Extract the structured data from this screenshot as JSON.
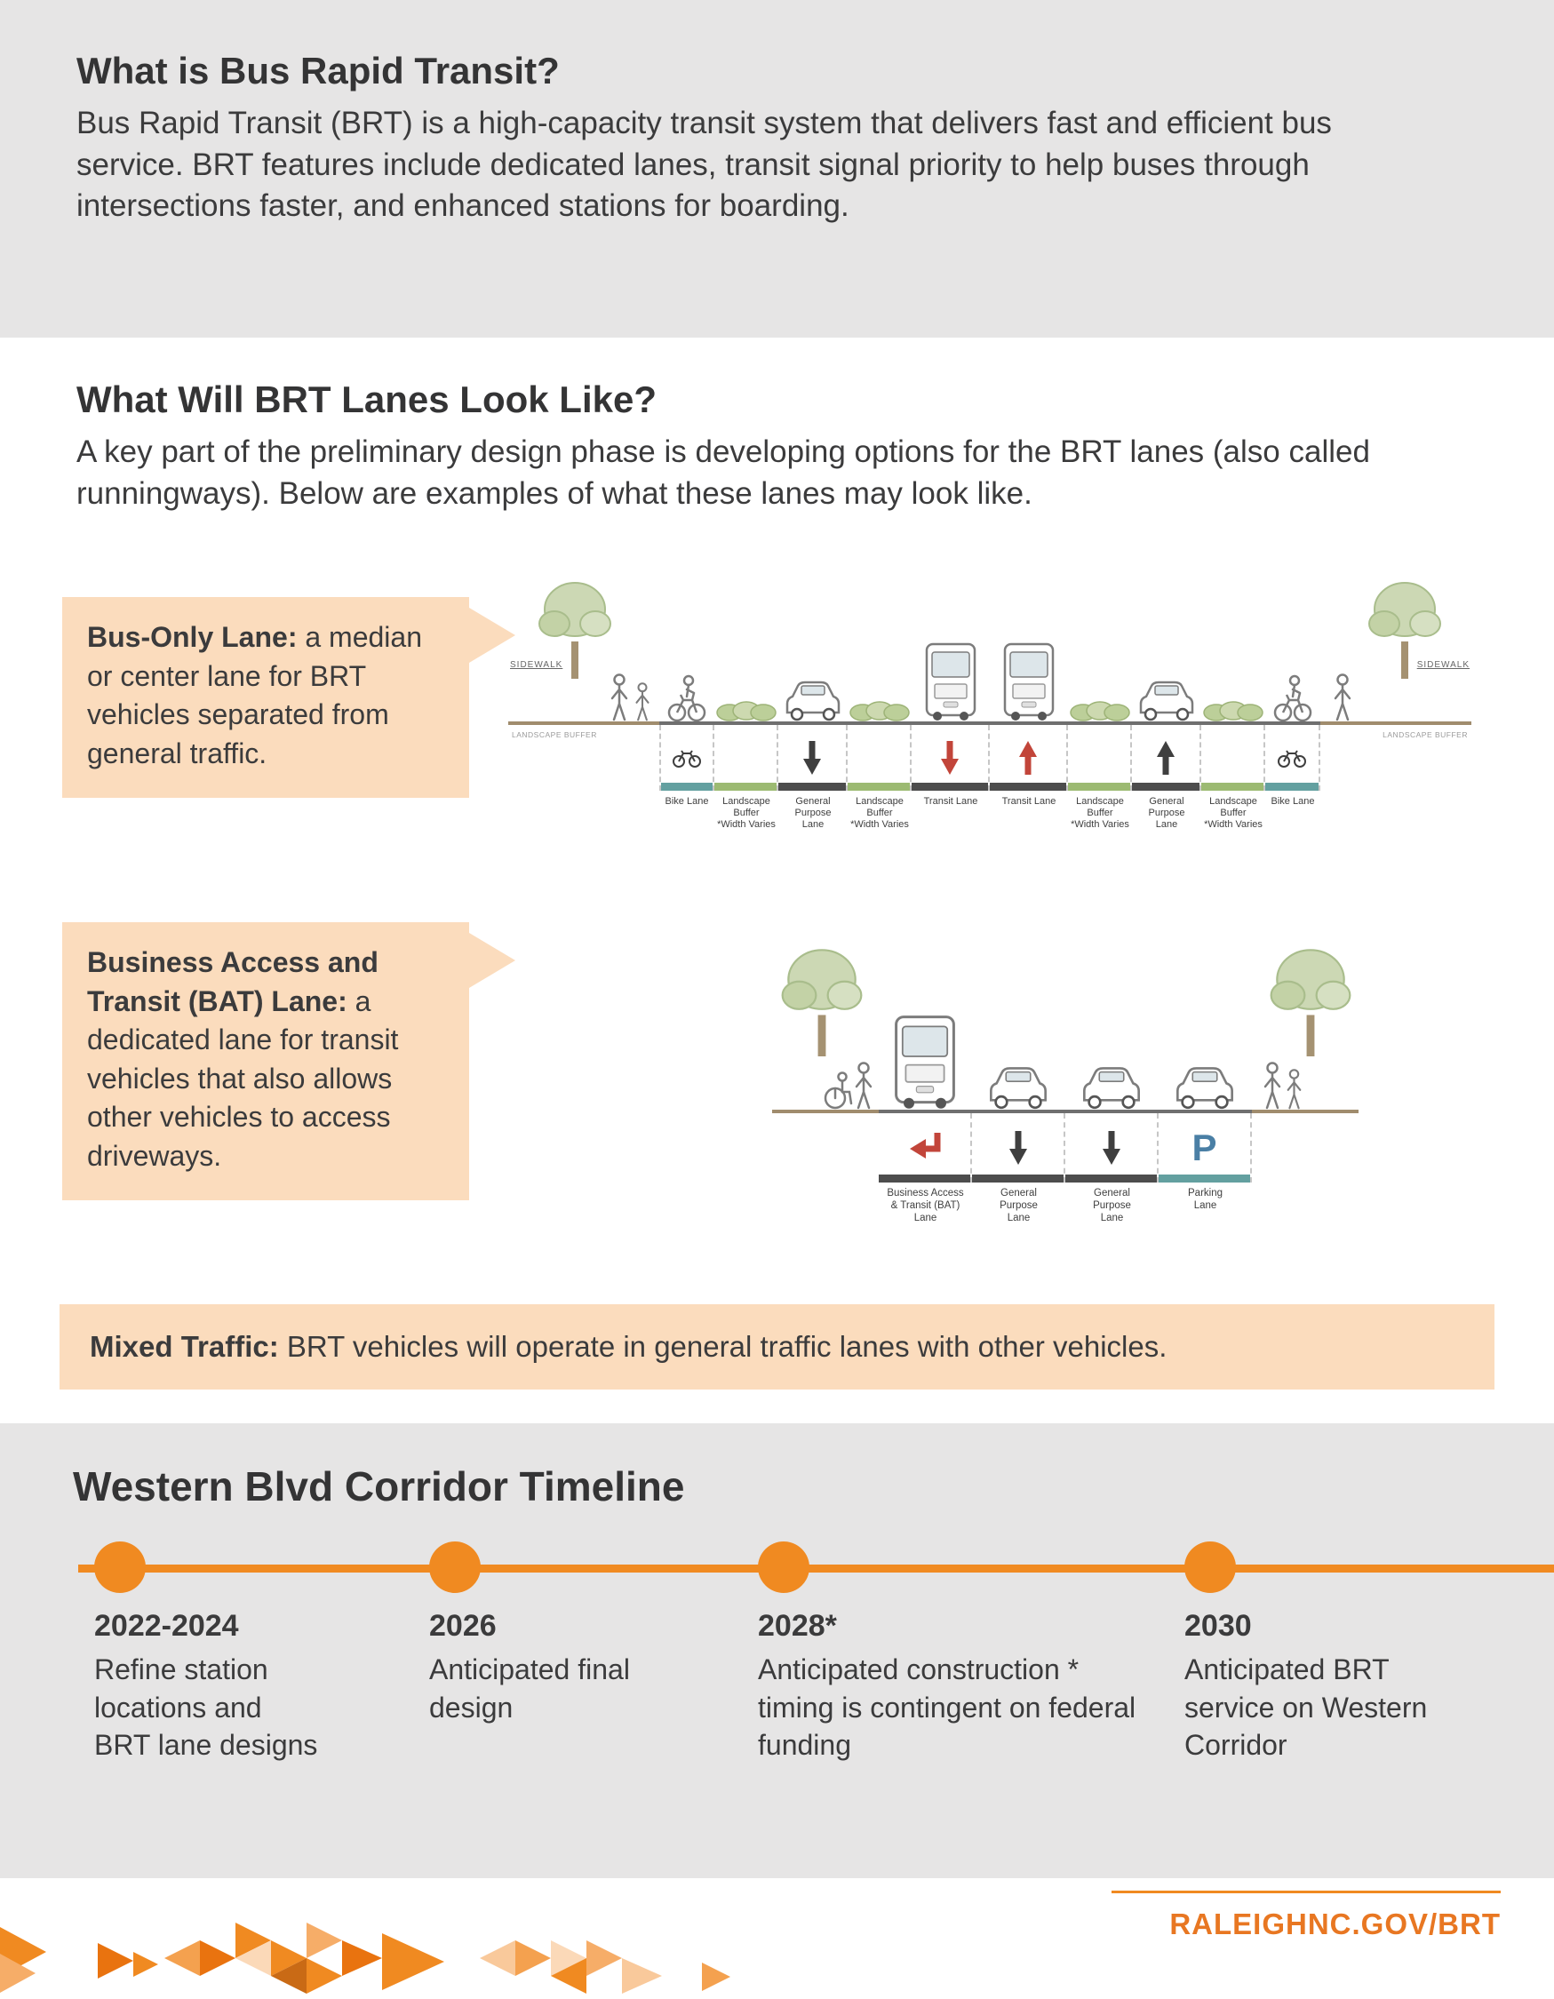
{
  "colors": {
    "orange": "#F08A21",
    "peach": "#FBDCBD",
    "gray_bg": "#E6E5E5",
    "text": "#3B3B3C",
    "red_arrow": "#C2453A",
    "link_orange": "#E87722",
    "buffer_green": "#9CBA72",
    "bike_teal": "#63A0A0"
  },
  "intro": {
    "title": "What is Bus Rapid Transit?",
    "body": "Bus Rapid Transit (BRT) is a high-capacity transit system that delivers fast and efficient bus service. BRT features include dedicated lanes, transit signal priority to help buses through intersections faster, and enhanced stations for boarding."
  },
  "lanes_intro": {
    "title": "What Will BRT Lanes Look Like?",
    "body": "A key part of the preliminary design phase is developing options for the BRT lanes (also called runningways). Below are examples of what these lanes may look like."
  },
  "bus_only": {
    "heading": "Bus-Only Lane:",
    "body": "a median or center lane for BRT vehicles separated from general traffic.",
    "diagram": {
      "sidewalk_left": "SIDEWALK",
      "sidewalk_right": "SIDEWALK",
      "buffer_left": "LANDSCAPE BUFFER",
      "buffer_right": "LANDSCAPE BUFFER",
      "lanes": [
        {
          "label": "Bike Lane",
          "sub": ""
        },
        {
          "label": "Landscape Buffer",
          "sub": "*Width Varies"
        },
        {
          "label": "General Purpose",
          "sub": "Lane"
        },
        {
          "label": "Landscape Buffer",
          "sub": "*Width Varies"
        },
        {
          "label": "Transit Lane",
          "sub": ""
        },
        {
          "label": "Transit Lane",
          "sub": ""
        },
        {
          "label": "Landscape Buffer",
          "sub": "*Width Varies"
        },
        {
          "label": "General Purpose",
          "sub": "Lane"
        },
        {
          "label": "Landscape Buffer",
          "sub": "*Width Varies"
        },
        {
          "label": "Bike Lane",
          "sub": ""
        }
      ]
    }
  },
  "bat": {
    "heading": "Business Access and Transit (BAT) Lane:",
    "body": "a dedicated lane for transit vehicles that also allows other vehicles to access driveways.",
    "diagram": {
      "parking_symbol": "P",
      "lanes": [
        {
          "l1": "Business Access",
          "l2": "& Transit (BAT)",
          "l3": "Lane"
        },
        {
          "l1": "General",
          "l2": "Purpose",
          "l3": "Lane"
        },
        {
          "l1": "General",
          "l2": "Purpose",
          "l3": "Lane"
        },
        {
          "l1": "Parking",
          "l2": "Lane",
          "l3": ""
        }
      ]
    }
  },
  "mixed": {
    "heading": "Mixed Traffic:",
    "body": "BRT vehicles will operate in general traffic lanes with other vehicles."
  },
  "timeline": {
    "title": "Western Blvd Corridor Timeline",
    "milestones": [
      {
        "year": "2022-2024",
        "desc": "Refine station locations and BRT lane designs"
      },
      {
        "year": "2026",
        "desc": "Anticipated final design"
      },
      {
        "year": "2028*",
        "desc": "Anticipated construction * timing is contingent on federal funding"
      },
      {
        "year": "2030",
        "desc": "Anticipated BRT service on Western Corridor"
      }
    ]
  },
  "footer": {
    "link": "RALEIGHNC.GOV/BRT"
  }
}
